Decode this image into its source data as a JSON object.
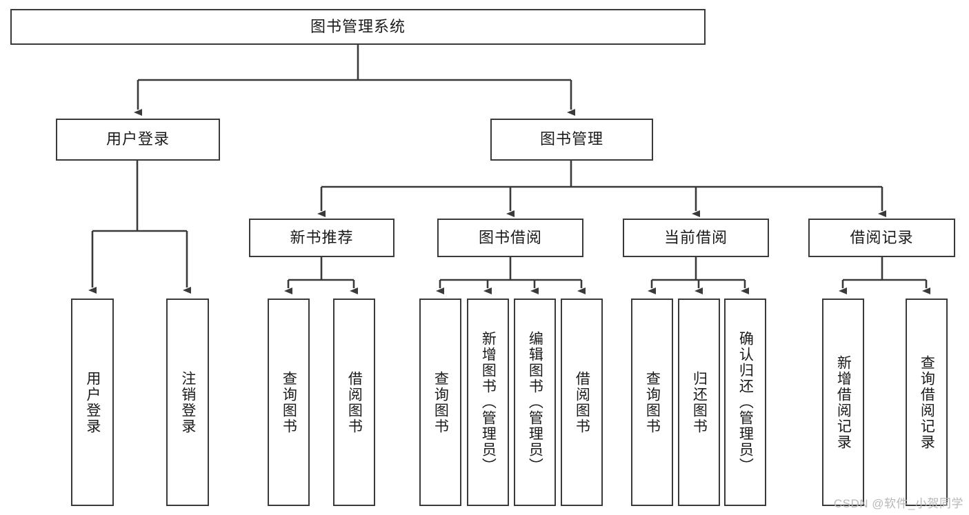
{
  "diagram": {
    "title": "图书管理系统",
    "watermark": "CSDN @软件_小贺同学",
    "line_color": "#3a3a3a",
    "box_fill": "#ffffff",
    "text_color": "#1a1a1a",
    "watermark_color": "#b8b8b8"
  },
  "nodes": {
    "root": {
      "label": "图书管理系统"
    },
    "level1": [
      {
        "label": "用户登录"
      },
      {
        "label": "图书管理"
      }
    ],
    "level2": [
      {
        "label": "新书推荐"
      },
      {
        "label": "图书借阅"
      },
      {
        "label": "当前借阅"
      },
      {
        "label": "借阅记录"
      }
    ],
    "leaves": {
      "user_login": [
        {
          "label": "用户登录"
        },
        {
          "label": "注销登录"
        }
      ],
      "new_book": [
        {
          "label": "查询图书"
        },
        {
          "label": "借阅图书"
        }
      ],
      "book_borrow": [
        {
          "label": "查询图书"
        },
        {
          "label": "新增图书（管理员）"
        },
        {
          "label": "编辑图书（管理员）"
        },
        {
          "label": "借阅图书"
        }
      ],
      "current_borrow": [
        {
          "label": "查询图书"
        },
        {
          "label": "归还图书"
        },
        {
          "label": "确认归还（管理员）"
        }
      ],
      "borrow_record": [
        {
          "label": "新增借阅记录"
        },
        {
          "label": "查询借阅记录"
        }
      ]
    }
  }
}
